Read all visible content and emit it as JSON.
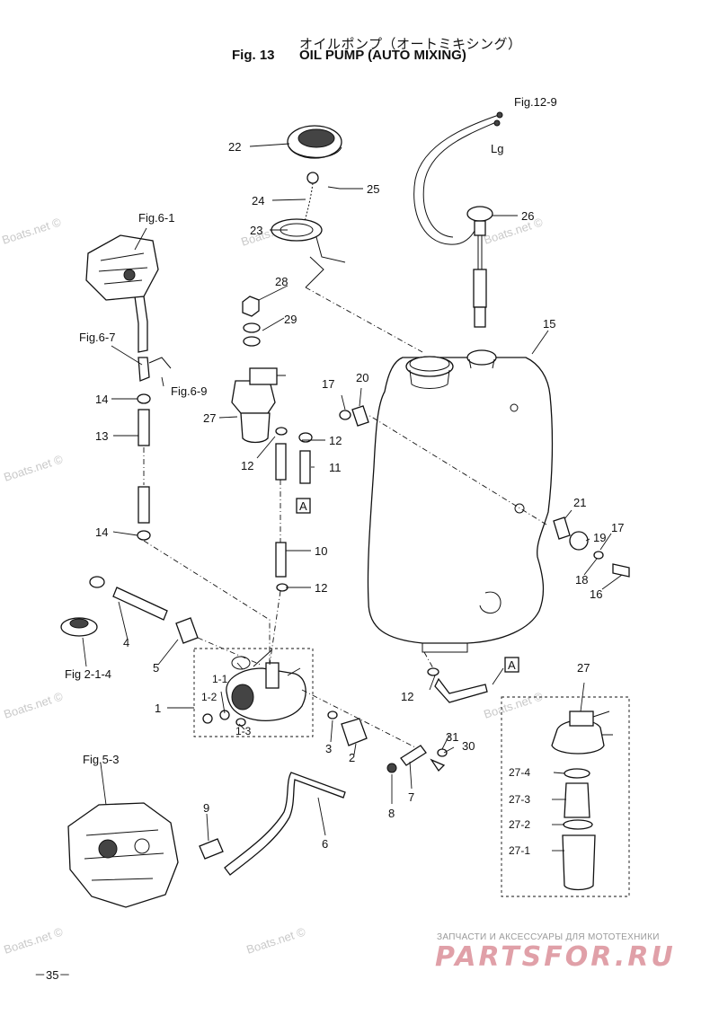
{
  "header": {
    "title_jp": "オイルポンプ（オートミキシング）",
    "fig_label": "Fig. 13",
    "title_en": "OIL PUMP (AUTO MIXING)"
  },
  "watermark": "Boats.net ©",
  "page_number": "－35－",
  "brand": {
    "tagline": "ЗАПЧАСТИ И АКСЕССУАРЫ ДЛЯ МОТОТЕХНИКИ",
    "logo": "PARTSFOR.RU"
  },
  "refs": {
    "fig_12_9": "Fig.12-9",
    "lg": "Lg",
    "fig_6_1": "Fig.6-1",
    "fig_6_7": "Fig.6-7",
    "fig_6_9": "Fig.6-9",
    "fig_2_1_4": "Fig 2-1-4",
    "fig_5_3": "Fig.5-3",
    "marker_a": "A"
  },
  "callouts": {
    "p1": "1",
    "p1_1": "1-1",
    "p1_2": "1-2",
    "p1_3": "1-3",
    "p2": "2",
    "p3": "3",
    "p4": "4",
    "p5": "5",
    "p6": "6",
    "p7": "7",
    "p8": "8",
    "p9": "9",
    "p10": "10",
    "p11": "11",
    "p12": "12",
    "p13": "13",
    "p14": "14",
    "p15": "15",
    "p16": "16",
    "p17": "17",
    "p18": "18",
    "p19": "19",
    "p20": "20",
    "p21": "21",
    "p22": "22",
    "p23": "23",
    "p24": "24",
    "p25": "25",
    "p26": "26",
    "p27": "27",
    "p27_1": "27-1",
    "p27_2": "27-2",
    "p27_3": "27-3",
    "p27_4": "27-4",
    "p28": "28",
    "p29": "29",
    "p30": "30",
    "p31": "31"
  }
}
